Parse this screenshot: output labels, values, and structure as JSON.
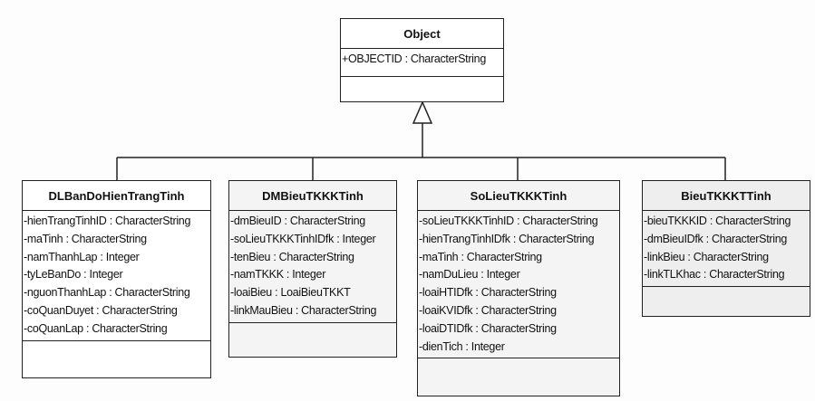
{
  "diagram": {
    "type": "uml-class-generalization",
    "parent": {
      "name": "Object",
      "attributes": [
        "+OBJECTID : CharacterString"
      ]
    },
    "classes": [
      {
        "name": "DLBanDoHienTrangTinh",
        "attributes": [
          "-hienTrangTinhID : CharacterString",
          "-maTinh : CharacterString",
          "-namThanhLap : Integer",
          "-tyLeBanDo : Integer",
          "-nguonThanhLap : CharacterString",
          "-coQuanDuyet : CharacterString",
          "-coQuanLap : CharacterString"
        ]
      },
      {
        "name": "DMBieuTKKKTinh",
        "attributes": [
          "-dmBieuID : CharacterString",
          "-soLieuTKKKTinhIDfk : Integer",
          "-tenBieu : CharacterString",
          "-namTKKK : Integer",
          "-loaiBieu : LoaiBieuTKKT",
          "-linkMauBieu : CharacterString"
        ]
      },
      {
        "name": "SoLieuTKKKTinh",
        "attributes": [
          "-soLieuTKKKTinhID : CharacterString",
          "-hienTrangTinhIDfk : CharacterString",
          "-maTinh : CharacterString",
          "-namDuLieu : Integer",
          "-loaiHTIDfk : CharacterString",
          "-loaiKVIDfk : CharacterString",
          "-loaiDTIDfk : CharacterString",
          "-dienTich : Integer"
        ]
      },
      {
        "name": "BieuTKKKTTinh",
        "attributes": [
          "-bieuTKKKID : CharacterString",
          "-dmBieuIDfk : CharacterString",
          "-linkBieu : CharacterString",
          "-linkTLKhac : CharacterString"
        ]
      }
    ]
  }
}
